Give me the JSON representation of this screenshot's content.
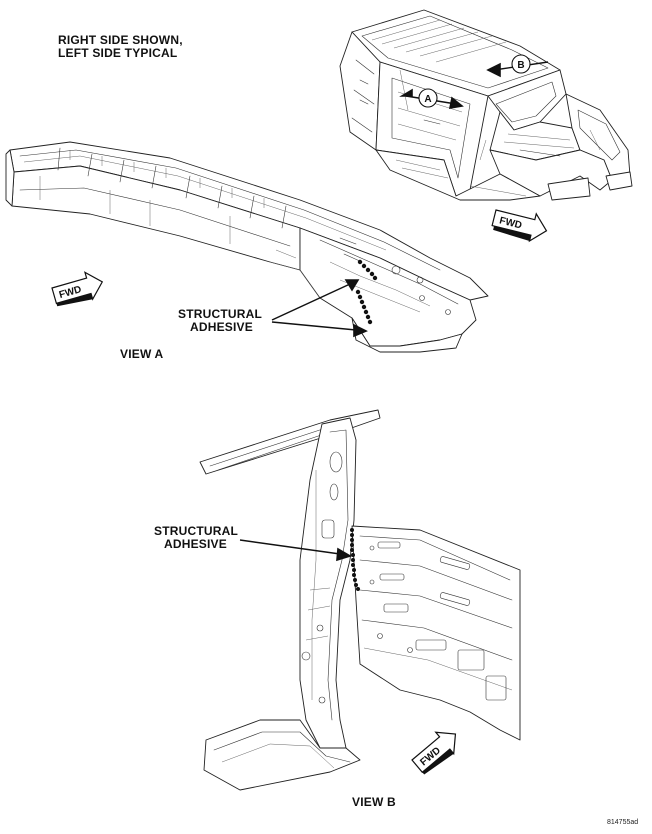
{
  "header_note": {
    "line1": "RIGHT SIDE SHOWN,",
    "line2": "LEFT SIDE TYPICAL"
  },
  "view_a": {
    "label_line1": "STRUCTURAL",
    "label_line2": "ADHESIVE",
    "caption": "VIEW A",
    "fwd": "FWD"
  },
  "view_b": {
    "label_line1": "STRUCTURAL",
    "label_line2": "ADHESIVE",
    "caption": "VIEW B",
    "fwd": "FWD"
  },
  "overview": {
    "callout_a": "A",
    "callout_b": "B",
    "fwd": "FWD"
  },
  "figure_code": "814755ad"
}
